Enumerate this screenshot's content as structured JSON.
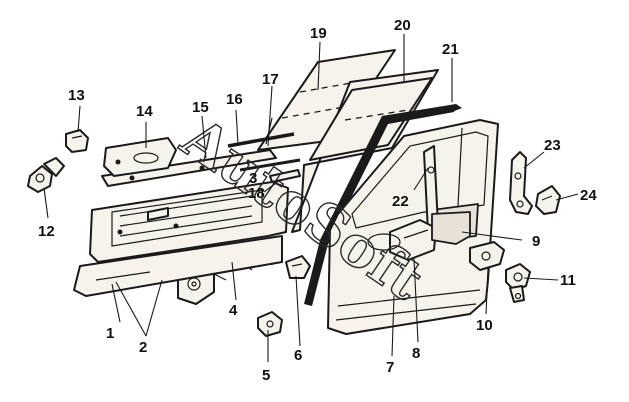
{
  "diagram": {
    "callouts": [
      "1",
      "2",
      "3",
      "4",
      "5",
      "6",
      "7",
      "8",
      "9",
      "10",
      "11",
      "12",
      "13",
      "14",
      "15",
      "16",
      "17",
      "18",
      "19",
      "20",
      "21",
      "22",
      "23",
      "24"
    ],
    "watermark": "AutoSoft"
  },
  "colors": {
    "ink": "#1a1a1a",
    "paper": "#ffffff",
    "part_fill": "#f6f2ec"
  }
}
